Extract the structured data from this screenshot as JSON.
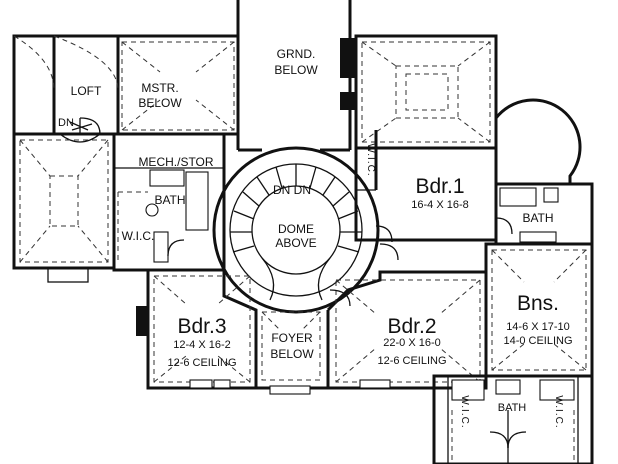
{
  "labels": {
    "grnd_below_1": "GRND.",
    "grnd_below_2": "BELOW",
    "loft": "LOFT",
    "mstr_below_1": "MSTR.",
    "mstr_below_2": "BELOW",
    "dn_loft": "DN",
    "mech_stor": "MECH./STOR",
    "bath_left": "BATH",
    "wic_left": "W.I.C.",
    "dn_dn": "DN DN",
    "dome_above_1": "DOME",
    "dome_above_2": "ABOVE",
    "wic_top": "W.I.C.",
    "bdr1_name": "Bdr.1",
    "bdr1_size": "16-4 X 16-8",
    "bath_right": "BATH",
    "bdr3_name": "Bdr.3",
    "bdr3_size": "12-4 X 16-2",
    "bdr3_ceiling": "12-6 CEILING",
    "foyer_below_1": "FOYER",
    "foyer_below_2": "BELOW",
    "bdr2_name": "Bdr.2",
    "bdr2_size": "22-0 X 16-0",
    "bdr2_ceiling": "12-6 CEILING",
    "bns_name": "Bns.",
    "bns_size": "14-6 X 17-10",
    "bns_ceiling": "14-0 CEILING",
    "bath_bottom": "BATH",
    "wic_bottom_left": "W.I.C.",
    "wic_bottom_right": "W.I.C."
  }
}
